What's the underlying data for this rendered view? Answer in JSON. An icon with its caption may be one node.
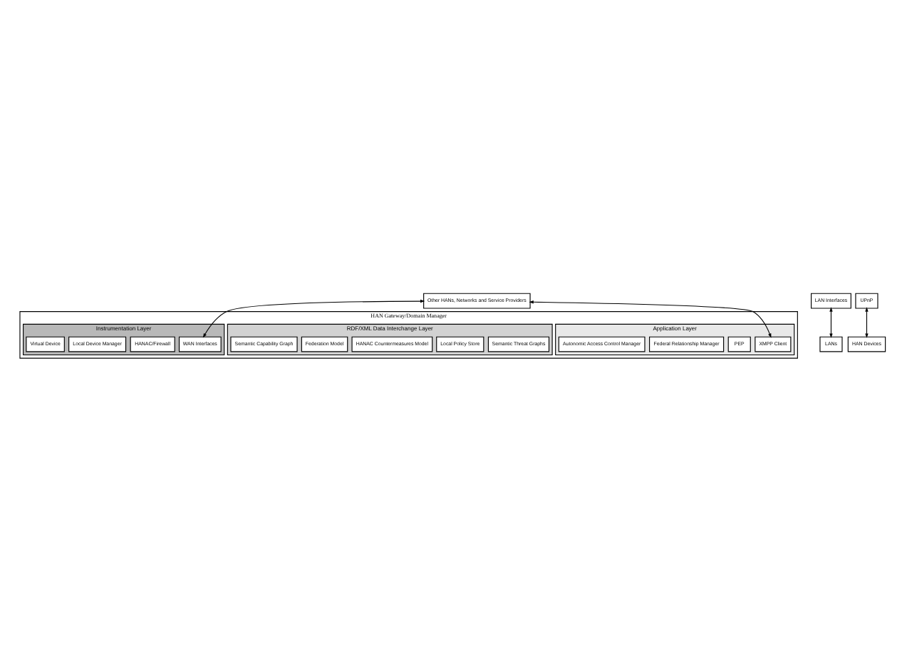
{
  "diagram": {
    "nodes": [
      {
        "text": [
          "Other HANs, Networks and Service Providers"
        ]
      },
      {
        "text": [
          "HAN Gateway/Domain Manager"
        ]
      },
      {
        "text": [
          "Application Layer"
        ],
        "in": 1
      },
      {
        "text": [
          "XMPP Client"
        ],
        "in": 2
      },
      {
        "text": [
          "PEP"
        ],
        "in": 2
      },
      {
        "text": [
          "Federal Relationship Manager"
        ],
        "in": 2
      },
      {
        "text": [
          "Autonomic Access Control Manager"
        ],
        "in": 2
      },
      {
        "text": [
          "RDF/XML Data Interchange Layer"
        ],
        "in": 1
      },
      {
        "text": [
          "Semantic Threat Graphs"
        ],
        "in": 7
      },
      {
        "text": [
          "Local Policy Store"
        ],
        "in": 7
      },
      {
        "text": [
          "HANAC Countermeasures Model"
        ],
        "in": 7
      },
      {
        "text": [
          "Federation Model"
        ],
        "in": 7
      },
      {
        "text": [
          "Semantic Capability Graph"
        ],
        "in": 7
      },
      {
        "text": [
          "Instrumentation Layer"
        ],
        "in": 1
      },
      {
        "text": [
          "WAN Interfaces"
        ],
        "in": 13
      },
      {
        "text": [
          "HANAC/Firewall"
        ],
        "in": 13
      },
      {
        "text": [
          "Local Device Manager"
        ],
        "in": 13
      },
      {
        "text": [
          "Virtual Device"
        ],
        "in": 13
      },
      {
        "text": [
          "LAN Interfaces"
        ]
      },
      {
        "text": [
          "UPnP"
        ]
      },
      {
        "text": [
          "LANs"
        ]
      },
      {
        "text": [
          "HAN Devices"
        ]
      }
    ],
    "edges": [
      {
        "from": 0,
        "to": 3,
        "arrow": "both"
      },
      {
        "from": 0,
        "to": 14,
        "arrow": "both"
      },
      {
        "from": 18,
        "to": 20,
        "arrow": "both"
      },
      {
        "from": 19,
        "to": 21,
        "arrow": "both"
      }
    ]
  }
}
